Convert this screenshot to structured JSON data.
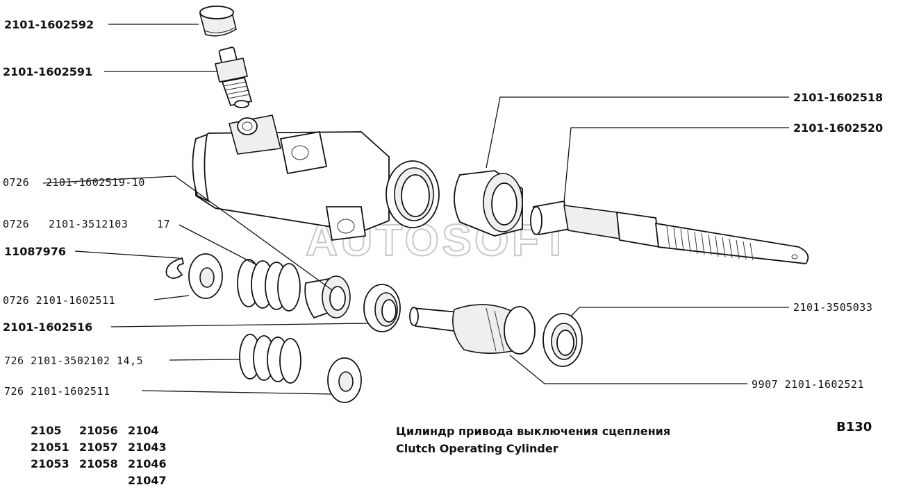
{
  "callouts": {
    "c1": "2101-1602592",
    "c2": "2101-1602591",
    "c3": "2101-1602518",
    "c4": "2101-1602520",
    "c5_prefix": "0726",
    "c5_num": "2101-1602519-10",
    "c6_prefix": "0726",
    "c6_num": "2101-3512103",
    "c6_suffix": "17",
    "c7": "11087976",
    "c8": "0726 2101-1602511",
    "c9": "2101-1602516",
    "c10": "2101-3505033",
    "c11": "726 2101-3502102 14,5",
    "c12": "9907 2101-1602521",
    "c13": "726 2101-1602511"
  },
  "models": {
    "col1": [
      "2105",
      "21051",
      "21053"
    ],
    "col2": [
      "21056",
      "21057",
      "21058"
    ],
    "col3": [
      "2104",
      "21043",
      "21046",
      "21047"
    ]
  },
  "title_ru": "Цилиндр привода выключения сцепления",
  "title_en": "Clutch Operating Cylinder",
  "code": "B130",
  "watermark": "AUTOSOFT"
}
